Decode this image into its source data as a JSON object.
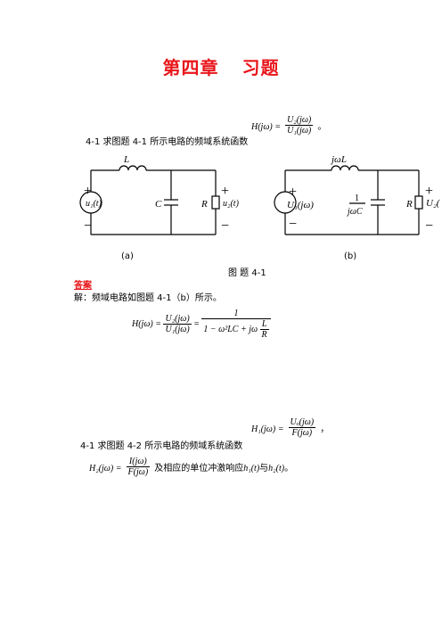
{
  "title_part1": "第四章",
  "title_part2": "习题",
  "q1": {
    "prefix": "4-1  求图题 4-1 所示电路的频域系统函数",
    "lhs": "H(jω) =",
    "num": "U₂(jω)",
    "den": "U₁(jω)",
    "suffix": "。"
  },
  "circuit_a": {
    "inductor_label": "L",
    "capacitor_label": "C",
    "resistor_label": "R",
    "source_label": "u₁(t)",
    "output_label": "u₂(t)",
    "plus": "+",
    "minus": "−",
    "caption": "(a)"
  },
  "circuit_b": {
    "inductor_label": "jωL",
    "cap_num": "1",
    "cap_den": "jωC",
    "resistor_label": "R",
    "source_label": "U₁(jω)",
    "output_label": "U₂(",
    "plus": "+",
    "minus": "−",
    "caption": "(b)"
  },
  "figure_caption": "图 题     4-1",
  "answer_label": "答案",
  "solution_text": "解：频域电路如图题 4-1（b）所示。",
  "solution_eq": {
    "lhs": "H(jω) =",
    "num1": "U₂(jω)",
    "den1": "U₁(jω)",
    "eq": "=",
    "num2": "1",
    "den2_a": "1 − ω²LC + jω",
    "den2_fn": "L",
    "den2_fd": "R"
  },
  "q2": {
    "prefix": "4-1   求图题 4-2 所示电路的频域系统函数",
    "lhs": "H₁(jω) =",
    "num": "Uₒ(jω)",
    "den": "F(jω)",
    "suffix": "，",
    "line2_lhs": "H₂(jω) =",
    "line2_num": "I(jω)",
    "line2_den": "F(jω)",
    "line2_mid": "及相应的单位冲激响应",
    "h1": "h₁(t)",
    "conj": "与",
    "h2": "h₂(t)",
    "end": "。"
  },
  "colors": {
    "title": "#e8161b",
    "answer": "#e8161b"
  }
}
